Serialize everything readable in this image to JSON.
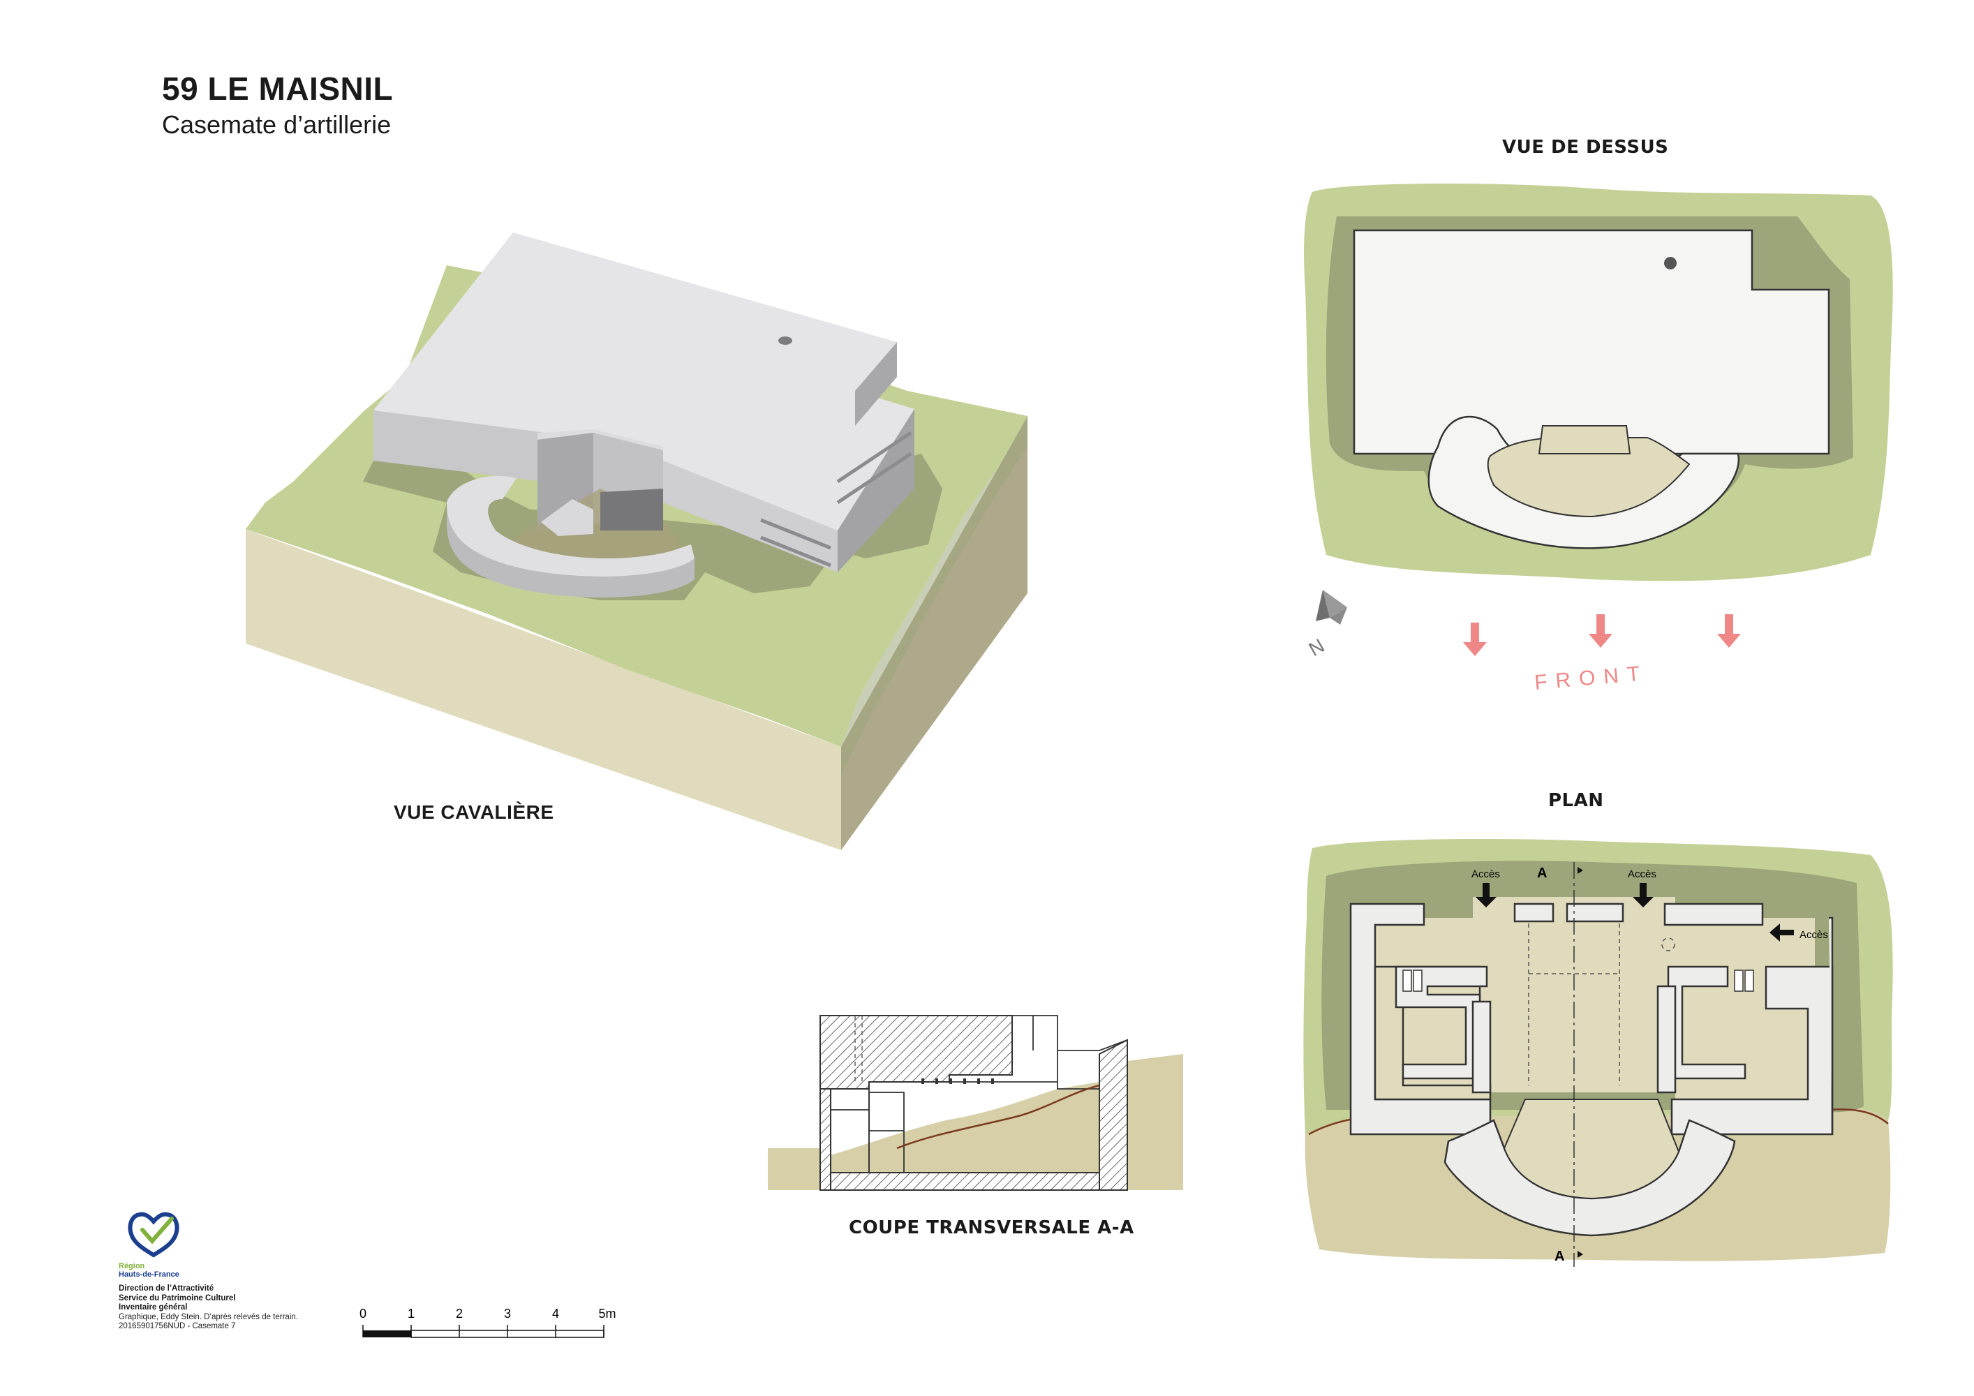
{
  "header": {
    "title": "59 LE MAISNIL",
    "subtitle": "Casemate d’artillerie"
  },
  "views": {
    "cavaliere": "VUE CAVALIÈRE",
    "dessus": "VUE DE DESSUS",
    "plan": "PLAN",
    "coupe": "COUPE TRANSVERSALE A-A"
  },
  "orientation": {
    "north": "N",
    "front": "FRONT"
  },
  "plan_labels": {
    "acces_1": "Accès",
    "acces_2": "Accès",
    "acces_3": "Accès",
    "section_top": "A",
    "section_bottom": "A"
  },
  "scale": {
    "ticks": [
      "0",
      "1",
      "2",
      "3",
      "4",
      "5m"
    ]
  },
  "logo": {
    "line1": "Région",
    "line2": "Hauts-de-France",
    "icon": "heart-france-logo"
  },
  "credits": {
    "line1": "Direction de l’Attractivité",
    "line2": "Service du Patrimoine Culturel",
    "line3": "Inventaire général",
    "line4": "Graphique, Eddy Stein. D’après relevés de terrain.",
    "line5": "20165901756NUD - Casemate 7"
  },
  "colors": {
    "grass": "#c3d196",
    "grass_shadow": "#9ca67a",
    "soil": "#e1dbbd",
    "soil_dark": "#d6cfa8",
    "soil_side": "#aea98a",
    "concrete_top": "#e5e5e7",
    "concrete_side": "#bfbfc2",
    "concrete_dark": "#a3a3a6",
    "plan_fill": "#f5f5f4",
    "front_arrow": "#ef8787"
  }
}
